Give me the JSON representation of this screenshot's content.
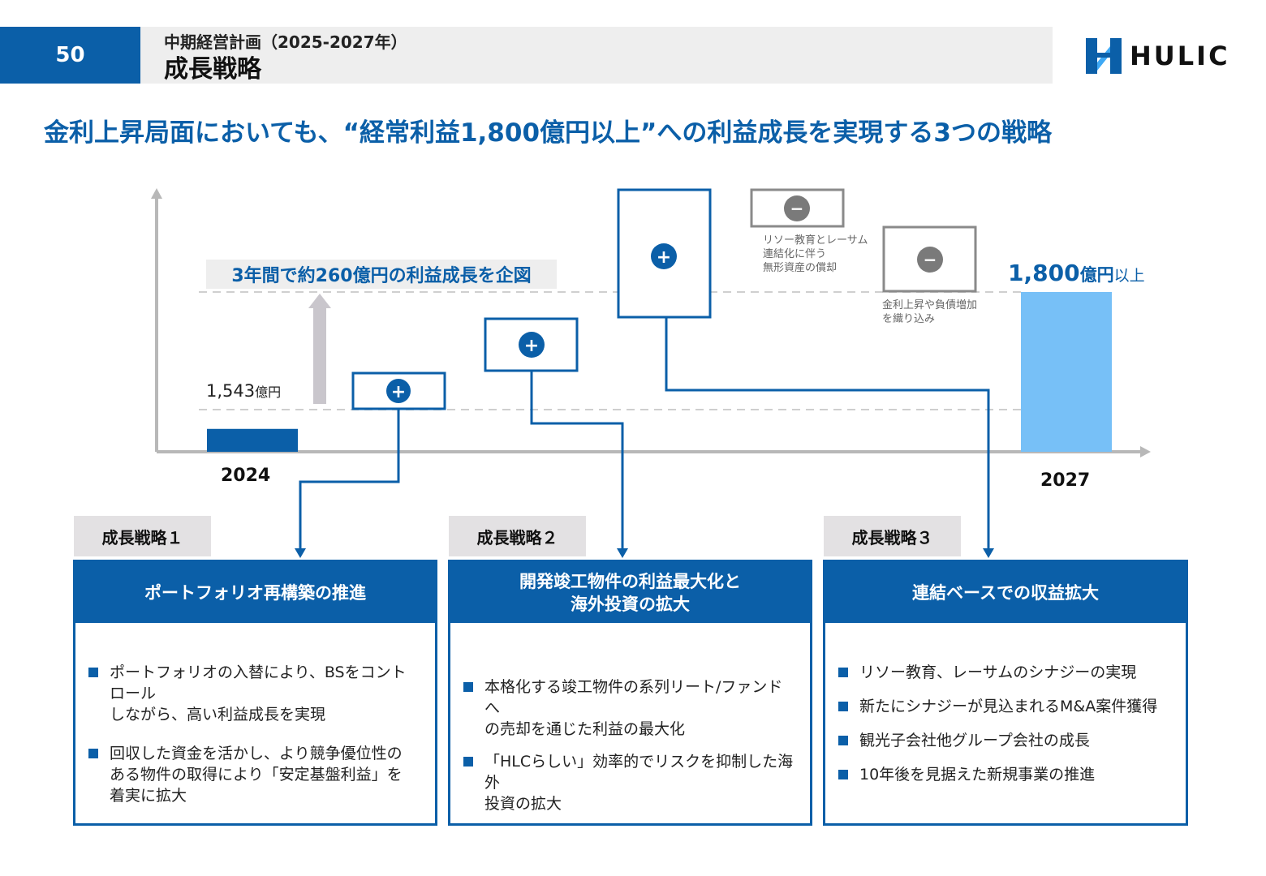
{
  "header": {
    "page_number": "50",
    "subtitle": "中期経営計画（2025-2027年）",
    "title": "成長戦略",
    "logo_text": "HULIC"
  },
  "headline": "金利上昇局面においても、“経常利益1,800億円以上”への利益成長を実現する3つの戦略",
  "chart": {
    "callout": "3年間で約260億円の利益成長を企図",
    "start_label_value": "1,543",
    "start_label_unit": "億円",
    "start_year": "2024",
    "end_year": "2027",
    "end_value": "1,800",
    "end_unit": "億円",
    "end_suffix": "以上",
    "plus_symbol": "+",
    "minus_symbol": "−",
    "minus_note_1": [
      "リソー教育とレーサム",
      "連結化に伴う",
      "無形資産の償却"
    ],
    "minus_note_2": [
      "金利上昇や負債増加",
      "を織り込み"
    ]
  },
  "chart_data": {
    "type": "bar",
    "categories": [
      "2024",
      "2027"
    ],
    "values": [
      1543,
      1800
    ],
    "title": "",
    "xlabel": "",
    "ylabel": "",
    "colors": {
      "start": "#0b5fa8",
      "end": "#77c0f7",
      "accent": "#0b5fa8"
    }
  },
  "strategies": [
    {
      "tag": "成長戦略１",
      "heading": [
        "ポートフォリオ再構築の推進"
      ],
      "bullets": [
        [
          "ポートフォリオの入替により、BSをコントロール",
          "しながら、高い利益成長を実現"
        ],
        [
          "回収した資金を活かし、より競争優位性の",
          "ある物件の取得により「安定基盤利益」を",
          "着実に拡大"
        ]
      ]
    },
    {
      "tag": "成長戦略２",
      "heading": [
        "開発竣工物件の利益最大化と",
        "海外投資の拡大"
      ],
      "bullets": [
        [
          "本格化する竣工物件の系列リート/ファンドへ",
          "の売却を通じた利益の最大化"
        ],
        [
          "「HLCらしい」効率的でリスクを抑制した海外",
          "投資の拡大"
        ]
      ]
    },
    {
      "tag": "成長戦略３",
      "heading": [
        "連結ベースでの収益拡大"
      ],
      "bullets": [
        [
          "リソー教育、レーサムのシナジーの実現"
        ],
        [
          "新たにシナジーが見込まれるM&A案件獲得"
        ],
        [
          "観光子会社他グループ会社の成長"
        ],
        [
          "10年後を見据えた新規事業の推進"
        ]
      ]
    }
  ]
}
